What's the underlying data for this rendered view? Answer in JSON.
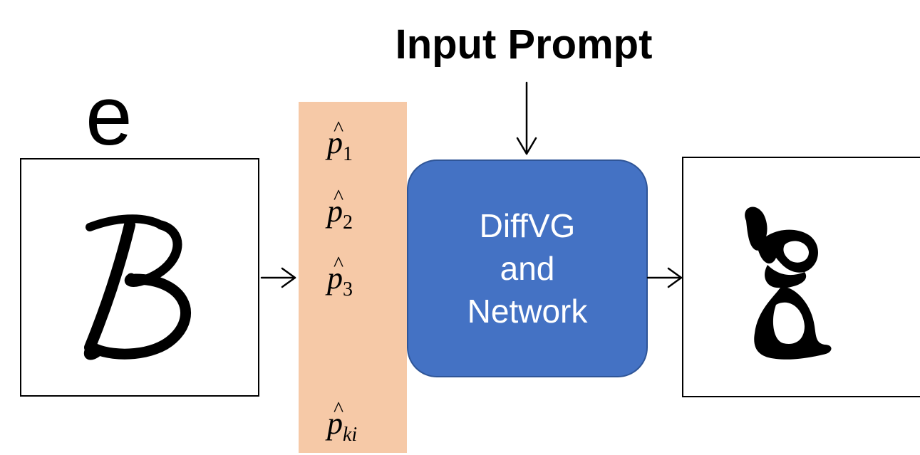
{
  "title": "Input Prompt",
  "cut_letter": "e",
  "params": [
    {
      "symbol": "p",
      "hat": "^",
      "index": "1"
    },
    {
      "symbol": "p",
      "hat": "^",
      "index": "2"
    },
    {
      "symbol": "p",
      "hat": "^",
      "index": "3"
    },
    {
      "symbol": "p",
      "hat": "^",
      "index": "ki"
    }
  ],
  "network": {
    "line1": "DiffVG",
    "line2": "and",
    "line3": "Network"
  },
  "colors": {
    "strip": "#f6c9a7",
    "network": "#4472c4",
    "network_border": "#2f5597"
  }
}
